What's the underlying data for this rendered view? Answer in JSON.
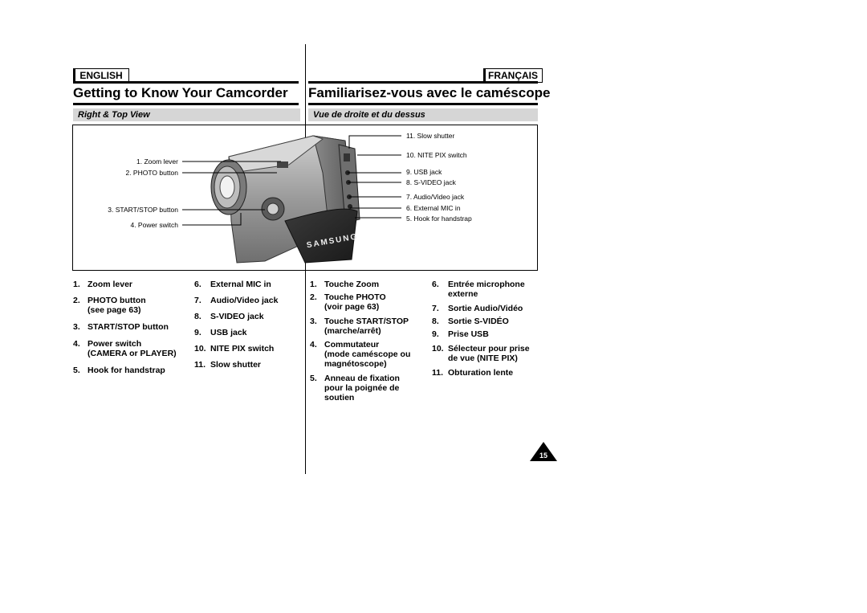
{
  "header": {
    "english_tag": "ENGLISH",
    "french_tag": "FRANÇAIS",
    "title_en": "Getting to Know Your Camcorder",
    "title_fr": "Familiarisez-vous avec le caméscope",
    "section_en": "Right & Top View",
    "section_fr": "Vue de droite et du dessus"
  },
  "figure": {
    "callouts_left": [
      "1. Zoom lever",
      "2. PHOTO button",
      "3. START/STOP button",
      "4. Power switch"
    ],
    "callouts_right": [
      "11. Slow shutter",
      "10. NITE PIX switch",
      "9. USB jack",
      "8. S-VIDEO jack",
      "7. Audio/Video jack",
      "6. External MIC in",
      "5. Hook for handstrap"
    ],
    "brand": "SAMSUNG"
  },
  "english_list": {
    "col1": [
      {
        "num": "1.",
        "lines": [
          "Zoom lever"
        ]
      },
      {
        "num": "2.",
        "lines": [
          "PHOTO button",
          "(see page 63)"
        ]
      },
      {
        "num": "3.",
        "lines": [
          "START/STOP button"
        ]
      },
      {
        "num": "4.",
        "lines": [
          "Power switch",
          "(CAMERA or PLAYER)"
        ]
      },
      {
        "num": "5.",
        "lines": [
          "Hook for handstrap"
        ]
      }
    ],
    "col2": [
      {
        "num": "6.",
        "lines": [
          "External MIC in"
        ]
      },
      {
        "num": "7.",
        "lines": [
          "Audio/Video jack"
        ]
      },
      {
        "num": "8.",
        "lines": [
          "S-VIDEO jack"
        ]
      },
      {
        "num": "9.",
        "lines": [
          "USB jack"
        ]
      },
      {
        "num": "10.",
        "lines": [
          "NITE PIX switch"
        ]
      },
      {
        "num": "11.",
        "lines": [
          "Slow shutter"
        ]
      }
    ]
  },
  "french_list": {
    "col1": [
      {
        "num": "1.",
        "lines": [
          "Touche Zoom"
        ]
      },
      {
        "num": "2.",
        "lines": [
          "Touche PHOTO",
          "(voir page  63)"
        ]
      },
      {
        "num": "3.",
        "lines": [
          "Touche START/STOP",
          "(marche/arrêt)"
        ]
      },
      {
        "num": "4.",
        "lines": [
          "Commutateur",
          "(mode caméscope ou",
          "magnétoscope)"
        ]
      },
      {
        "num": "5.",
        "lines": [
          "Anneau de fixation",
          "pour la poignée de",
          "soutien"
        ]
      }
    ],
    "col2": [
      {
        "num": "6.",
        "lines": [
          "Entrée microphone",
          "externe"
        ]
      },
      {
        "num": "7.",
        "lines": [
          "Sortie Audio/Vidéo"
        ]
      },
      {
        "num": "8.",
        "lines": [
          "Sortie S-VIDÉO"
        ]
      },
      {
        "num": "9.",
        "lines": [
          "Prise USB"
        ]
      },
      {
        "num": "10.",
        "lines": [
          "Sélecteur pour prise",
          "de vue (NITE PIX)"
        ]
      },
      {
        "num": "11.",
        "lines": [
          "Obturation lente"
        ]
      }
    ]
  },
  "page_number": "15"
}
